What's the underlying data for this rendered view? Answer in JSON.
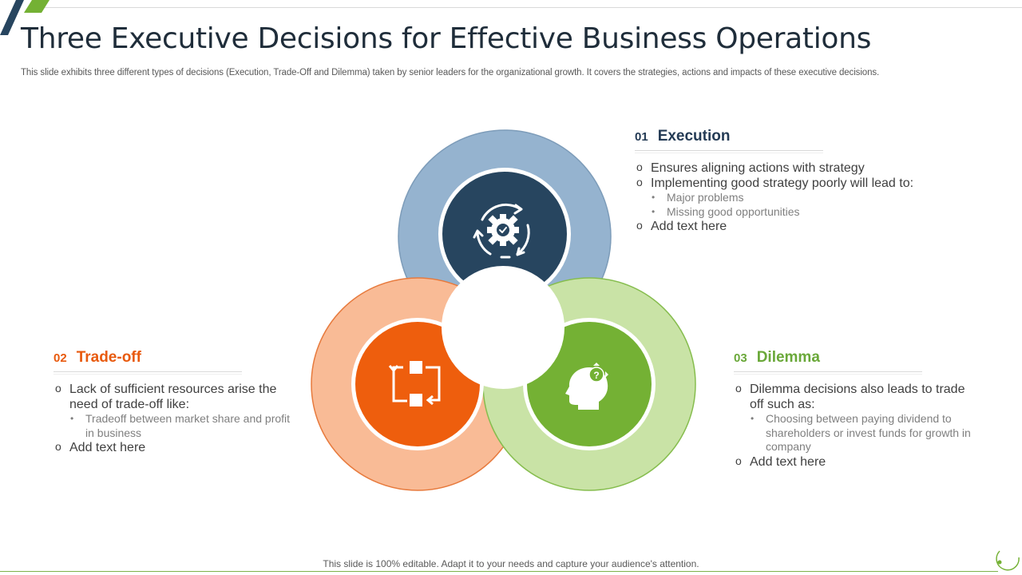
{
  "slide": {
    "title": "Three Executive Decisions for Effective Business Operations",
    "subtitle": "This slide exhibits three different types of decisions (Execution, Trade-Off and Dilemma) taken by senior leaders for the organizational growth. It covers the strategies, actions and impacts of these executive decisions.",
    "footer": "This slide is 100% editable. Adapt it to your needs and capture your audience's attention."
  },
  "colors": {
    "execution_dark": "#27455f",
    "execution_light": "#95b3cf",
    "tradeoff_dark": "#ee5e0d",
    "tradeoff_light": "#f9bb96",
    "dilemma_dark": "#74b134",
    "dilemma_light": "#c9e3a6"
  },
  "icons": {
    "execution": "gear-cycle-icon",
    "tradeoff": "exchange-arrows-icon",
    "dilemma": "head-question-icon"
  },
  "sections": {
    "execution": {
      "num": "01",
      "name": "Execution",
      "b1": "Ensures aligning actions with strategy",
      "b2": "Implementing good strategy poorly will lead to:",
      "s1": "Major problems",
      "s2": "Missing good opportunities",
      "b3": "Add text here"
    },
    "tradeoff": {
      "num": "02",
      "name": "Trade-off",
      "b1": "Lack of sufficient resources arise the need of trade-off like:",
      "s1": "Tradeoff between market share and profit in business",
      "b2": "Add text here"
    },
    "dilemma": {
      "num": "03",
      "name": "Dilemma",
      "b1": "Dilemma decisions also leads to trade off such as:",
      "s1": "Choosing between paying dividend to shareholders or invest funds for growth in company",
      "b2": "Add text here"
    }
  }
}
